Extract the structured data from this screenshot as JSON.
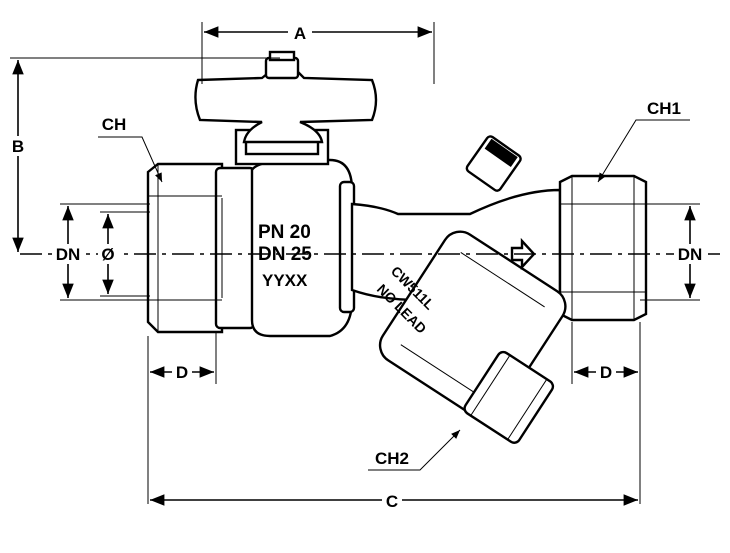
{
  "labels": {
    "dim_a": "A",
    "dim_b": "B",
    "dim_c": "C",
    "dim_d_left": "D",
    "dim_d_right": "D",
    "dim_dn_left": "DN",
    "dim_dn_right": "DN",
    "dim_diameter": "Ø",
    "ch": "CH",
    "ch1": "CH1",
    "ch2": "CH2"
  },
  "markings": {
    "pressure": "PN 20",
    "nominal_diameter": "DN 25",
    "date_code": "YYXX",
    "model": "CW511L",
    "lead_free": "NO LEAD"
  }
}
